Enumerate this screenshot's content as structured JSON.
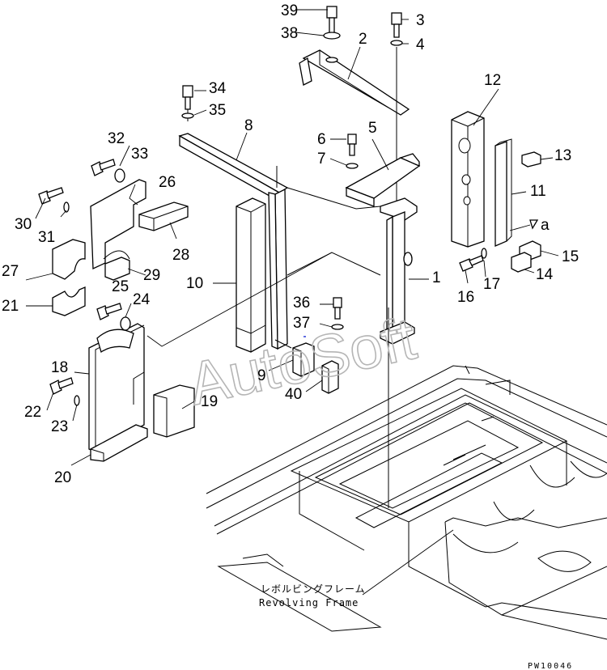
{
  "parts": [
    {
      "id": "1",
      "label": "1"
    },
    {
      "id": "2",
      "label": "2"
    },
    {
      "id": "3",
      "label": "3"
    },
    {
      "id": "4",
      "label": "4"
    },
    {
      "id": "5",
      "label": "5"
    },
    {
      "id": "6",
      "label": "6"
    },
    {
      "id": "7",
      "label": "7"
    },
    {
      "id": "8",
      "label": "8"
    },
    {
      "id": "9",
      "label": "9"
    },
    {
      "id": "10",
      "label": "10"
    },
    {
      "id": "11",
      "label": "11"
    },
    {
      "id": "12",
      "label": "12"
    },
    {
      "id": "13",
      "label": "13"
    },
    {
      "id": "14",
      "label": "14"
    },
    {
      "id": "15",
      "label": "15"
    },
    {
      "id": "16",
      "label": "16"
    },
    {
      "id": "17",
      "label": "17"
    },
    {
      "id": "18",
      "label": "18"
    },
    {
      "id": "19",
      "label": "19"
    },
    {
      "id": "20",
      "label": "20"
    },
    {
      "id": "21",
      "label": "21"
    },
    {
      "id": "22",
      "label": "22"
    },
    {
      "id": "23",
      "label": "23"
    },
    {
      "id": "24",
      "label": "24"
    },
    {
      "id": "25",
      "label": "25"
    },
    {
      "id": "26",
      "label": "26"
    },
    {
      "id": "27",
      "label": "27"
    },
    {
      "id": "28",
      "label": "28"
    },
    {
      "id": "29",
      "label": "29"
    },
    {
      "id": "30",
      "label": "30"
    },
    {
      "id": "31",
      "label": "31"
    },
    {
      "id": "32",
      "label": "32"
    },
    {
      "id": "33",
      "label": "33"
    },
    {
      "id": "34",
      "label": "34"
    },
    {
      "id": "35",
      "label": "35"
    },
    {
      "id": "36",
      "label": "36"
    },
    {
      "id": "37",
      "label": "37"
    },
    {
      "id": "38",
      "label": "38"
    },
    {
      "id": "39",
      "label": "39"
    },
    {
      "id": "40",
      "label": "40"
    }
  ],
  "reference_mark": "a",
  "frame_label_jp": "レボルビングフレーム",
  "frame_label_en": "Revolving Frame",
  "watermark": "AutoSoft",
  "drawing_code": "PW10046"
}
